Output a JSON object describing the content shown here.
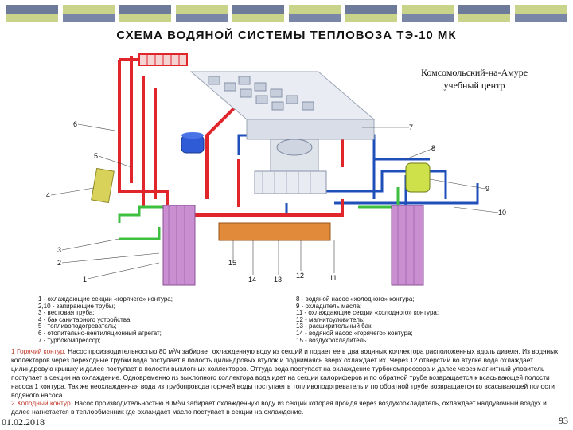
{
  "title": "СХЕМА ВОДЯНОЙ СИСТЕМЫ  ТЕПЛОВОЗА ТЭ-10 МК",
  "center_label": {
    "line1": "Комсомольский-на-Амуре",
    "line2": "учебный центр"
  },
  "callouts": [
    "1",
    "2",
    "3",
    "4",
    "5",
    "6",
    "7",
    "8",
    "9",
    "10",
    "11",
    "12",
    "13",
    "14",
    "15"
  ],
  "legend_left": [
    "1 - охлаждающие секции «горячего» контура;",
    "2,10 - запирающие трубы;",
    "3 - вестовая труба;",
    "4 - бак санитарного устройства;",
    "5 - топливоподогреватель;",
    "6 - отопительно-вентиляционный агрегат;",
    "7 - турбокомпрессор;"
  ],
  "legend_right": [
    "8 - водяной насос «холодного» контура;",
    "9 - охладитель масла;",
    "11 - охлаждающие секции «холодного» контура;",
    "12 - магнитоуловитель;",
    "13 - расширительный бак;",
    "14 - водяной насос «горячего» контура;",
    "15 - воздухоохладитель"
  ],
  "description": {
    "hot_label": "1 Горячий контур.",
    "hot_text": " Насос производительностью 80 м³/ч забирает охлажденную воду из секций и подает ее в два водяных коллектора расположенных вдоль дизеля. Из водяных коллекторов через  переходные трубки вода поступает в полость цилиндровых  втулок и поднимаясь вверх охлаждает  их. Через 12 отверстий во втулке вода охлаждает цилиндровую крышку и далее поступает в полости выхлопных коллекторов. Оттуда вода поступает на охлаждение турбокомпрессора и далее через магнитный уловитель поступает в секции на охлаждение. Одновременно из выхлопного коллектора вода идет на секции калориферов и по обратной трубе возвращается к всасывающей полости насоса 1 контура. Так же неохлажденная вода из трубопровода горячей воды поступает в топливоподогреватель и по обратной трубе возвращается ко всасывающей полости водяного насоса.",
    "cold_label": "2 Холодный контур.",
    "cold_text": " Насос производительностью 80м³/ч забирает охлажденную воду из секций которая пройдя через воздухоохладитель, охлаждает наддувочный воздух и далее нагнетается в теплообменник где охлаждает масло поступает в секции на охлаждение."
  },
  "footer": {
    "date": "01.02.2018",
    "page": "93"
  },
  "colors": {
    "hot": "#e0262b",
    "cold": "#1f4fb8",
    "green_pipe": "#3fbf3f",
    "cooler": "#c98fd1",
    "frame": "#e07a2e"
  }
}
